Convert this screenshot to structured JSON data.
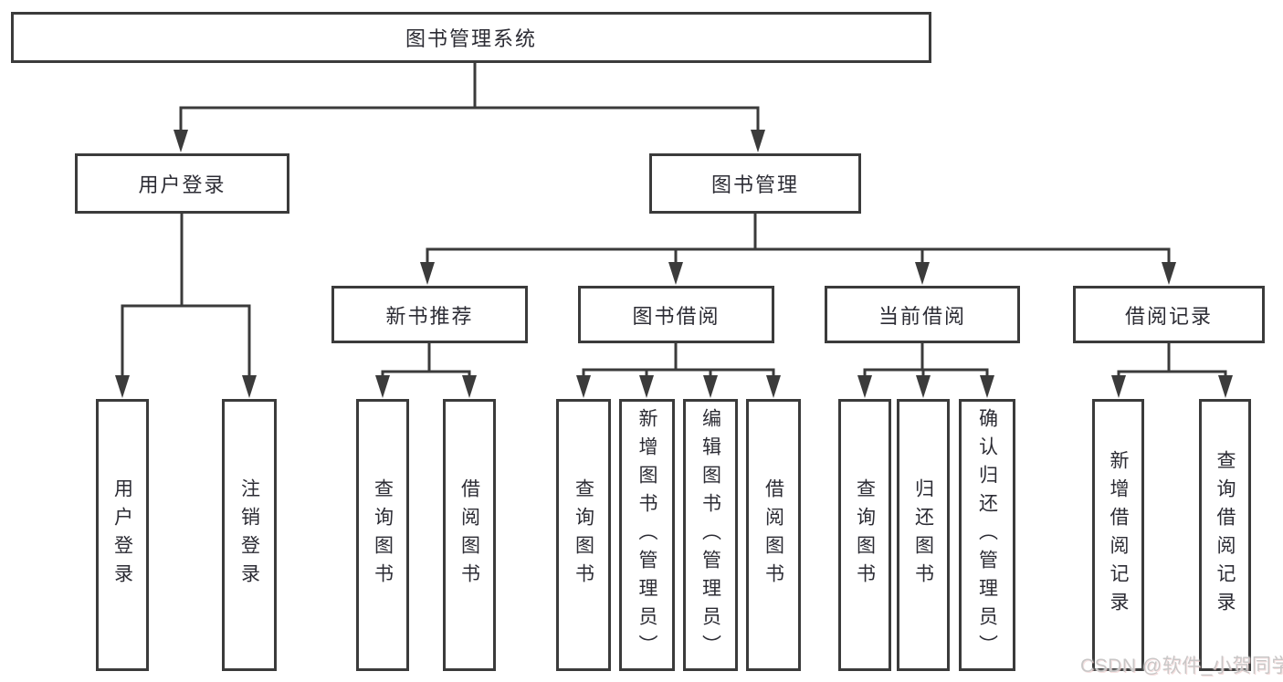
{
  "colors": {
    "background": "#ffffff",
    "line": "#3b3b3b",
    "box_border": "#3b3b3b",
    "label_text": "#2c2c34",
    "watermark_text": "#c9c7c7"
  },
  "watermark": {
    "text": "CSDN @软件_小贺同学"
  },
  "tree": {
    "root_label": "图书管理系统",
    "branches": [
      {
        "label": "用户登录",
        "leaves": [
          "用户登录",
          "注销登录"
        ]
      },
      {
        "label": "图书管理",
        "groups": [
          {
            "label": "新书推荐",
            "leaves": [
              "查询图书",
              "借阅图书"
            ]
          },
          {
            "label": "图书借阅",
            "leaves": [
              "查询图书",
              "新增图书（管理员）",
              "编辑图书（管理员）",
              "借阅图书"
            ]
          },
          {
            "label": "当前借阅",
            "leaves": [
              "查询图书",
              "归还图书",
              "确认归还（管理员）"
            ]
          },
          {
            "label": "借阅记录",
            "leaves": [
              "新增借阅记录",
              "查询借阅记录"
            ]
          }
        ]
      }
    ]
  }
}
